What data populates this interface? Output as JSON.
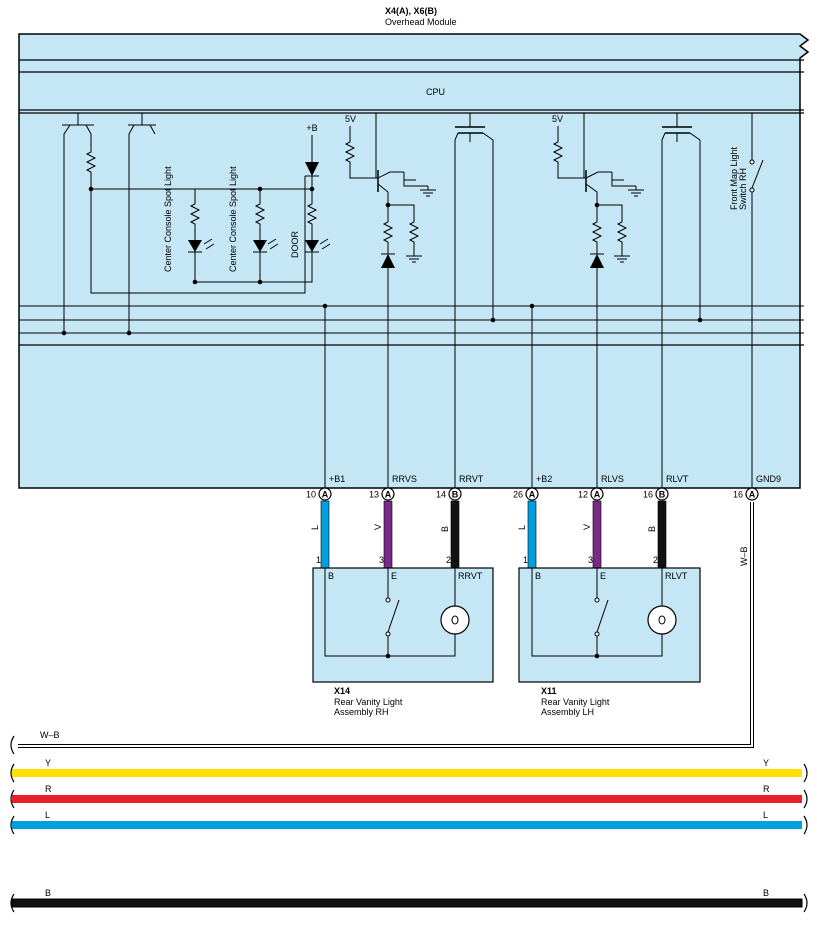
{
  "module": {
    "codes": "X4(A), X6(B)",
    "name": "Overhead Module",
    "cpu_label": "CPU",
    "plus_b_label": "+B",
    "five_v_label_1": "5V",
    "five_v_label_2": "5V",
    "lamp_labels": [
      "Center Console Spot Light",
      "Center Console Spot Light",
      "DOOR"
    ],
    "switch_label": "Front Map Light Switch RH",
    "terminals": [
      {
        "pin": "10",
        "conn": "A",
        "name": "+B1",
        "wire": "L",
        "color": "#00a0e0"
      },
      {
        "pin": "13",
        "conn": "A",
        "name": "RRVS",
        "wire": "V",
        "color": "#7a2a8a"
      },
      {
        "pin": "14",
        "conn": "B",
        "name": "RRVT",
        "wire": "B",
        "color": "#111111"
      },
      {
        "pin": "26",
        "conn": "A",
        "name": "+B2",
        "wire": "L",
        "color": "#00a0e0"
      },
      {
        "pin": "12",
        "conn": "A",
        "name": "RLVS",
        "wire": "V",
        "color": "#7a2a8a"
      },
      {
        "pin": "16",
        "conn": "B",
        "name": "RLVT",
        "wire": "B",
        "color": "#111111"
      },
      {
        "pin": "16",
        "conn": "A",
        "name": "GND9",
        "wire": "W-B",
        "color": "#ffffff"
      }
    ]
  },
  "assemblies": [
    {
      "code": "X14",
      "line1": "Rear Vanity Light",
      "line2": "Assembly RH",
      "pins": [
        "1",
        "3",
        "2"
      ],
      "terms": [
        "B",
        "E",
        "RRVT"
      ]
    },
    {
      "code": "X11",
      "line1": "Rear Vanity Light",
      "line2": "Assembly LH",
      "pins": [
        "1",
        "3",
        "2"
      ],
      "terms": [
        "B",
        "E",
        "RLVT"
      ]
    }
  ],
  "buses": [
    {
      "label_left": "W–B",
      "label_right": "",
      "color": "#ffffff"
    },
    {
      "label_left": "Y",
      "label_right": "Y",
      "color": "#ffe000"
    },
    {
      "label_left": "R",
      "label_right": "R",
      "color": "#e8202a"
    },
    {
      "label_left": "L",
      "label_right": "L",
      "color": "#00a0e0"
    },
    {
      "label_left": "B",
      "label_right": "B",
      "color": "#111111"
    }
  ],
  "gnd_wire_label": "W–B"
}
